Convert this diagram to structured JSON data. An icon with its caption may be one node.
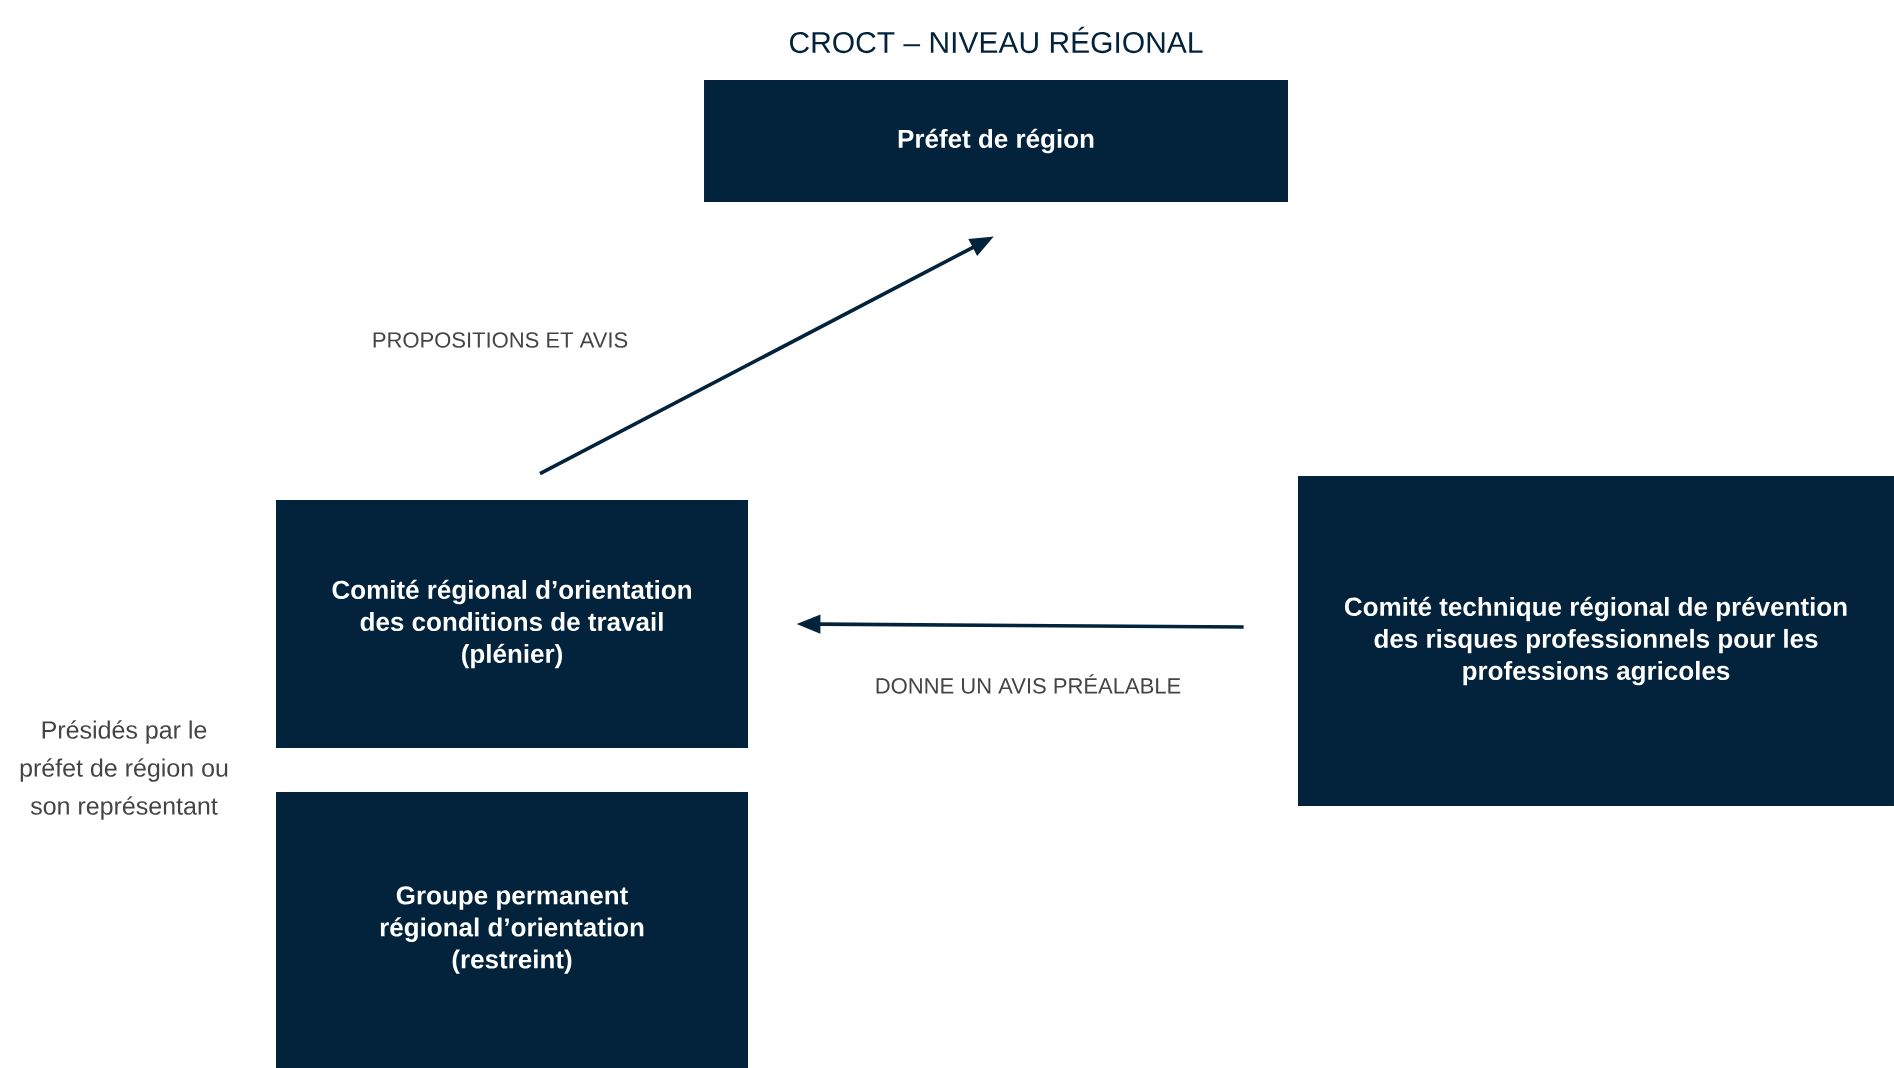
{
  "diagram": {
    "title": "CROCT – NIVEAU RÉGIONAL",
    "nodes": [
      {
        "text": [
          "Préfet de région"
        ]
      },
      {
        "text": [
          "Comité régional d’orientation des conditions de travail (plénier)"
        ]
      },
      {
        "text": [
          "Groupe permanent régional d’orientation (restreint)"
        ]
      },
      {
        "text": [
          "Comité technique régional de prévention des risques professionnels pour les professions agricoles"
        ]
      }
    ],
    "edges": [
      {
        "from": 1,
        "to": 0,
        "arrow": "to",
        "label": "PROPOSITIONS ET AVIS"
      },
      {
        "from": 3,
        "to": 1,
        "arrow": "to",
        "label": "DONNE UN AVIS PRÉALABLE"
      }
    ],
    "labels": [
      "Présidés par le préfet de région ou son représentant"
    ]
  }
}
